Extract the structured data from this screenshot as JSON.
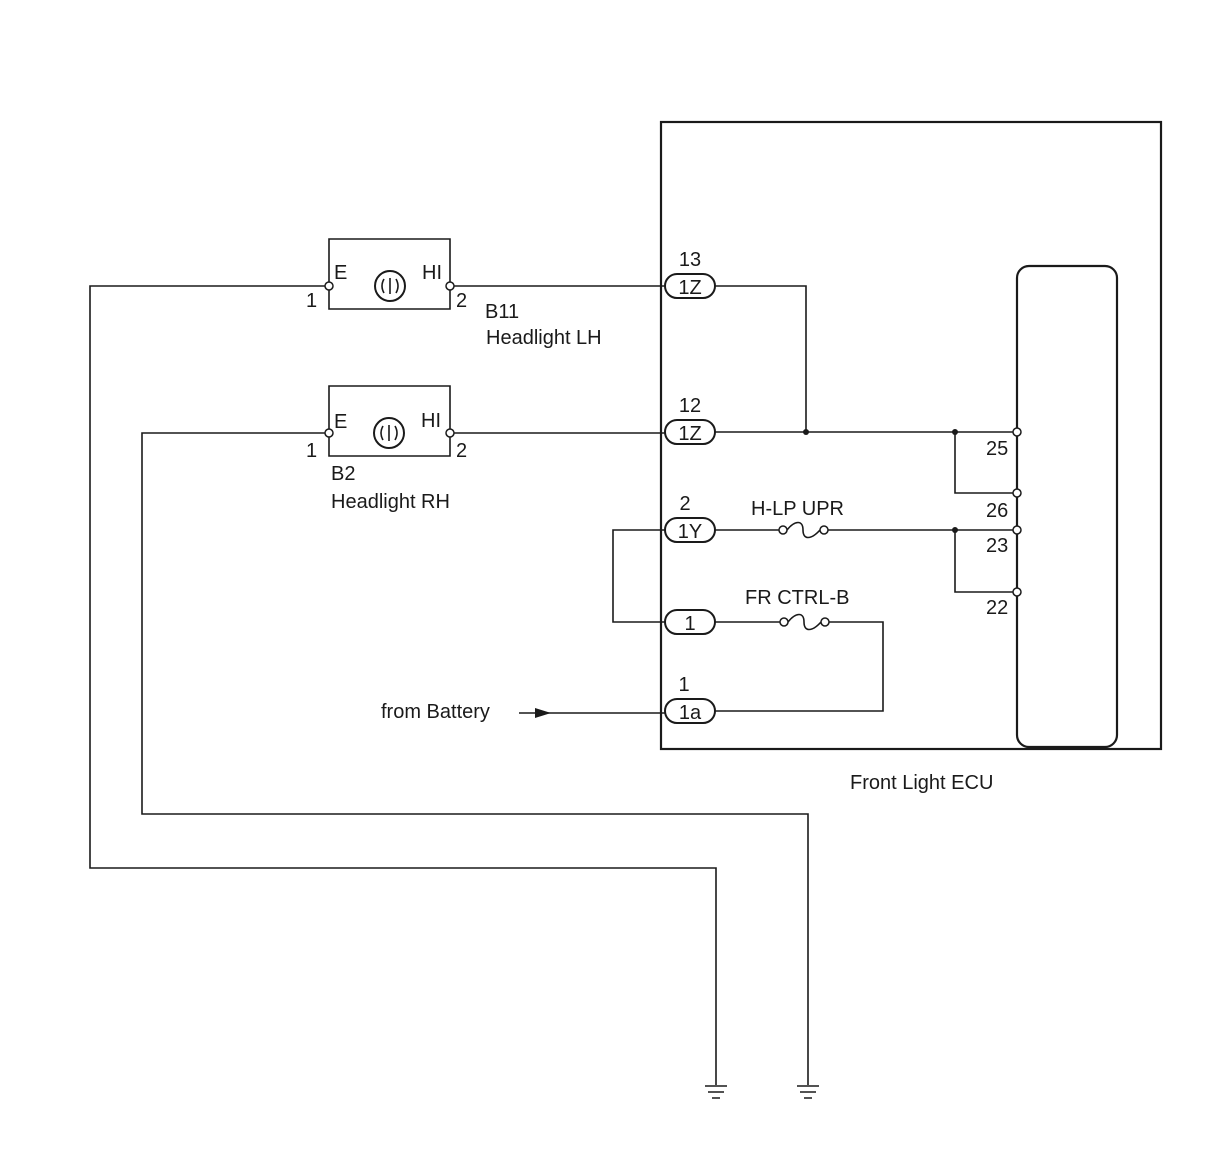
{
  "headlight_lh": {
    "code": "B11",
    "name": "Headlight LH",
    "pin_left_label": "E",
    "pin_right_label": "HI",
    "pin_left_number": "1",
    "pin_right_number": "2"
  },
  "headlight_rh": {
    "code": "B2",
    "name": "Headlight RH",
    "pin_left_label": "E",
    "pin_right_label": "HI",
    "pin_left_number": "1",
    "pin_right_number": "2"
  },
  "ecu": {
    "name": "Front Light ECU",
    "connectors": [
      {
        "pin": "13",
        "label": "1Z"
      },
      {
        "pin": "12",
        "label": "1Z"
      },
      {
        "pin": "2",
        "label": "1Y"
      },
      {
        "pin": "",
        "label": "1"
      },
      {
        "pin": "1",
        "label": "1a"
      }
    ],
    "fuses": [
      {
        "label": "H-LP UPR"
      },
      {
        "label": "FR CTRL-B"
      }
    ],
    "internal_terminals": [
      "25",
      "26",
      "23",
      "22"
    ]
  },
  "battery_source": {
    "label": "from Battery"
  },
  "colors": {
    "line": "#1a1a1a",
    "background": "#ffffff"
  }
}
